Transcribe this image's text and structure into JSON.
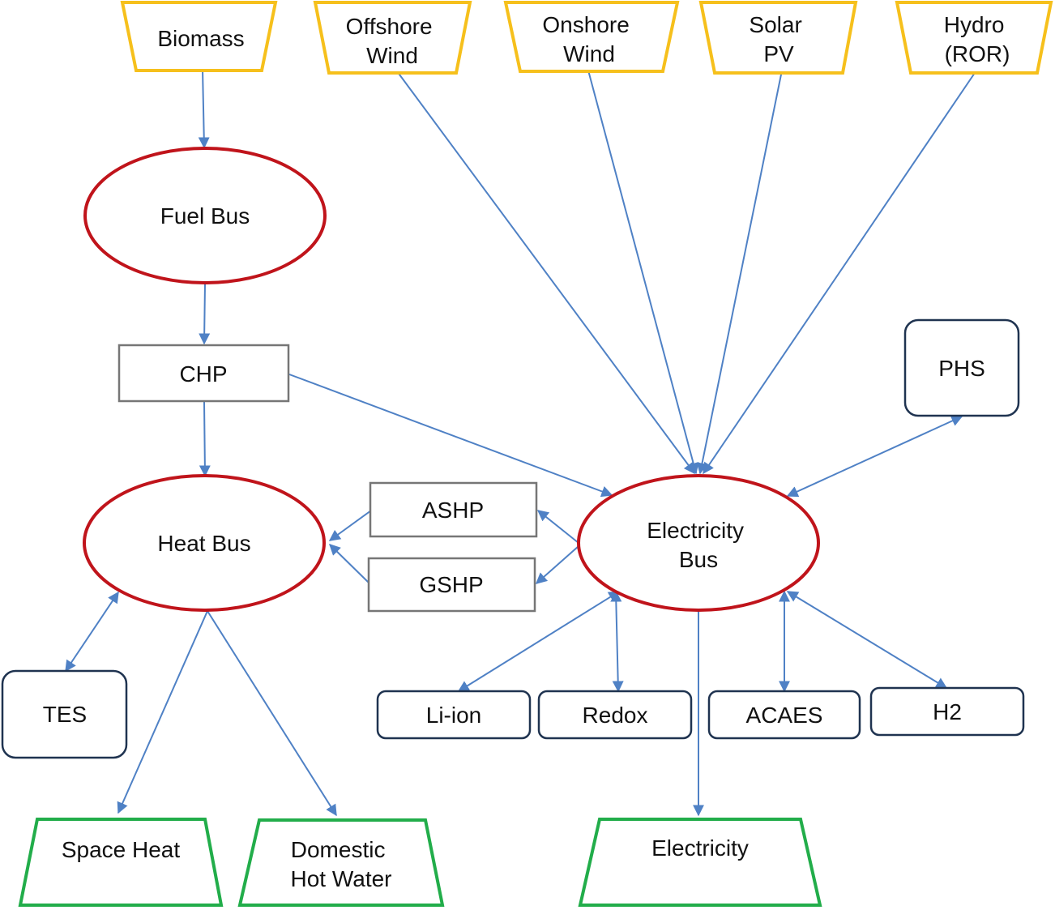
{
  "colors": {
    "source_border": "#f6c01c",
    "sink_border": "#22ad4a",
    "bus_border": "#c0141b",
    "converter_border": "#767676",
    "storage_border": "#1f3350",
    "arrow": "#4f81c5"
  },
  "sources": {
    "biomass": [
      "Biomass"
    ],
    "offshore_wind": [
      "Offshore",
      "Wind"
    ],
    "onshore_wind": [
      "Onshore",
      "Wind"
    ],
    "solar_pv": [
      "Solar",
      "PV"
    ],
    "hydro_ror": [
      "Hydro",
      "(ROR)"
    ]
  },
  "buses": {
    "fuel": [
      "Fuel Bus"
    ],
    "heat": [
      "Heat Bus"
    ],
    "electricity": [
      "Electricity",
      "Bus"
    ]
  },
  "converters": {
    "chp": [
      "CHP"
    ],
    "ashp": [
      "ASHP"
    ],
    "gshp": [
      "GSHP"
    ]
  },
  "storage": {
    "phs": [
      "PHS"
    ],
    "tes": [
      "TES"
    ],
    "li_ion": [
      "Li-ion"
    ],
    "redox": [
      "Redox"
    ],
    "acaes": [
      "ACAES"
    ],
    "h2": [
      "H2"
    ]
  },
  "sinks": {
    "space_heat": [
      "Space Heat"
    ],
    "domestic_hot_water": [
      "Domestic",
      "Hot Water"
    ],
    "electricity": [
      "Electricity"
    ]
  },
  "edges": [
    {
      "from": "Biomass",
      "to": "Fuel Bus",
      "bidirectional": false
    },
    {
      "from": "Fuel Bus",
      "to": "CHP",
      "bidirectional": false
    },
    {
      "from": "CHP",
      "to": "Heat Bus",
      "bidirectional": false
    },
    {
      "from": "CHP",
      "to": "Electricity Bus",
      "bidirectional": false
    },
    {
      "from": "Offshore Wind",
      "to": "Electricity Bus",
      "bidirectional": false
    },
    {
      "from": "Onshore Wind",
      "to": "Electricity Bus",
      "bidirectional": false
    },
    {
      "from": "Solar PV",
      "to": "Electricity Bus",
      "bidirectional": false
    },
    {
      "from": "Hydro (ROR)",
      "to": "Electricity Bus",
      "bidirectional": false
    },
    {
      "from": "Electricity Bus",
      "to": "PHS",
      "bidirectional": true
    },
    {
      "from": "Electricity Bus",
      "to": "ASHP",
      "bidirectional": false
    },
    {
      "from": "Electricity Bus",
      "to": "GSHP",
      "bidirectional": false
    },
    {
      "from": "ASHP",
      "to": "Heat Bus",
      "bidirectional": false
    },
    {
      "from": "GSHP",
      "to": "Heat Bus",
      "bidirectional": false
    },
    {
      "from": "Heat Bus",
      "to": "TES",
      "bidirectional": true
    },
    {
      "from": "Heat Bus",
      "to": "Space Heat",
      "bidirectional": false
    },
    {
      "from": "Heat Bus",
      "to": "Domestic Hot Water",
      "bidirectional": false
    },
    {
      "from": "Electricity Bus",
      "to": "Li-ion",
      "bidirectional": true
    },
    {
      "from": "Electricity Bus",
      "to": "Redox",
      "bidirectional": true
    },
    {
      "from": "Electricity Bus",
      "to": "ACAES",
      "bidirectional": true
    },
    {
      "from": "Electricity Bus",
      "to": "H2",
      "bidirectional": true
    },
    {
      "from": "Electricity Bus",
      "to": "Electricity",
      "bidirectional": false
    }
  ]
}
